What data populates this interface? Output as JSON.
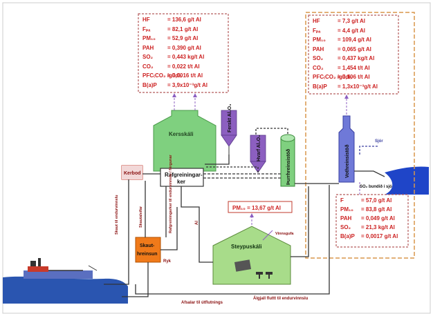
{
  "colors": {
    "red": "#cc1f1f",
    "dark_red": "#8a1010",
    "green": "#7fd07f",
    "purple": "#8c5fc0",
    "blue": "#6f79d8",
    "orange_dashed": "#d9964a",
    "water": "#2a55b0",
    "orange_box": "#f07a1a"
  },
  "diagram": {
    "nodes": {
      "kersskali": "Kersskáli",
      "kerbod": "Kerbod",
      "rafgreining_1": "Rafgreiningar-",
      "rafgreining_2": "ker",
      "ferskt_al2o3": "Ferskt Al₂O₃",
      "hvarf_al2o3": "Hvarf Al₂O₃",
      "pornhreinsistod": "Þurrhreinsistöð",
      "vothreinsistod": "Vothreinsistöð",
      "steypuskali": "Steypuskáli",
      "skaut_1": "Skaut-",
      "skaut_2": "hreinsun",
      "skautaleifar": "Skautaleifar",
      "kerbod_label": "Kerbod",
      "rafgreiningarkerbrot": "Rafgreiningarker til endurvinnslu / förgunar",
      "rafgreining_vert": "Rafgreiningarker til endurvinnslu / förgunar",
      "al": "Al",
      "skaut_til_endurvinnslu": "Skaut til endurvinnslu",
      "voltmeter": "Vinnsgufa",
      "so2_label": "SO₂ bundið í sjó",
      "sjor": "Sjór",
      "bottom_return": "Afsalar til útflutnings",
      "bottom_al": "Álgjall fluttt til endurvinnslu",
      "pm10_box": "PM₁₀ = 13,67 g/t Al",
      "ryk": "Ryk"
    },
    "emissions_top_left": [
      {
        "name": "HF",
        "value": "= 136,6 g/t Al"
      },
      {
        "name": "Fₚₐ",
        "value": "= 82,1 g/t Al"
      },
      {
        "name": "PM₁₀",
        "value": "= 52,9 g/t Al"
      },
      {
        "name": "PAH",
        "value": "= 0,390 g/t Al"
      },
      {
        "name": "SO₂",
        "value": "= 0,443 kg/t Al"
      },
      {
        "name": "CO₂",
        "value": "= 0,022 t/t Al"
      },
      {
        "name": "PFC₍CO₂ ígildi₎",
        "value": "= 0,0016 t/t Al"
      },
      {
        "name": "B(a)P",
        "value": "= 3,9x10⁻³g/t Al"
      }
    ],
    "emissions_top_right": [
      {
        "name": "HF",
        "value": "= 7,3 g/t Al"
      },
      {
        "name": "Fₚₐ",
        "value": "= 4,4 g/t Al"
      },
      {
        "name": "PM₁₀",
        "value": "= 109,4 g/t Al"
      },
      {
        "name": "PAH",
        "value": "= 0,065 g/t Al"
      },
      {
        "name": "SO₂",
        "value": "= 0,437 kg/t Al"
      },
      {
        "name": "CO₂",
        "value": "= 1,454 t/t Al"
      },
      {
        "name": "PFC₍CO₂ ígildi₎",
        "value": "= 0,106 t/t Al"
      },
      {
        "name": "B(a)P",
        "value": "= 1,3x10⁻³g/t Al"
      }
    ],
    "emissions_bottom_right": [
      {
        "name": "F",
        "value": "= 57,0 g/t Al"
      },
      {
        "name": "PM₁₀",
        "value": "= 83,8 g/t Al"
      },
      {
        "name": "PAH",
        "value": "= 0,049 g/t Al"
      },
      {
        "name": "SO₂",
        "value": "= 21,3 kg/t Al"
      },
      {
        "name": "B(a)P",
        "value": "= 0,0017 g/t Al"
      }
    ]
  }
}
